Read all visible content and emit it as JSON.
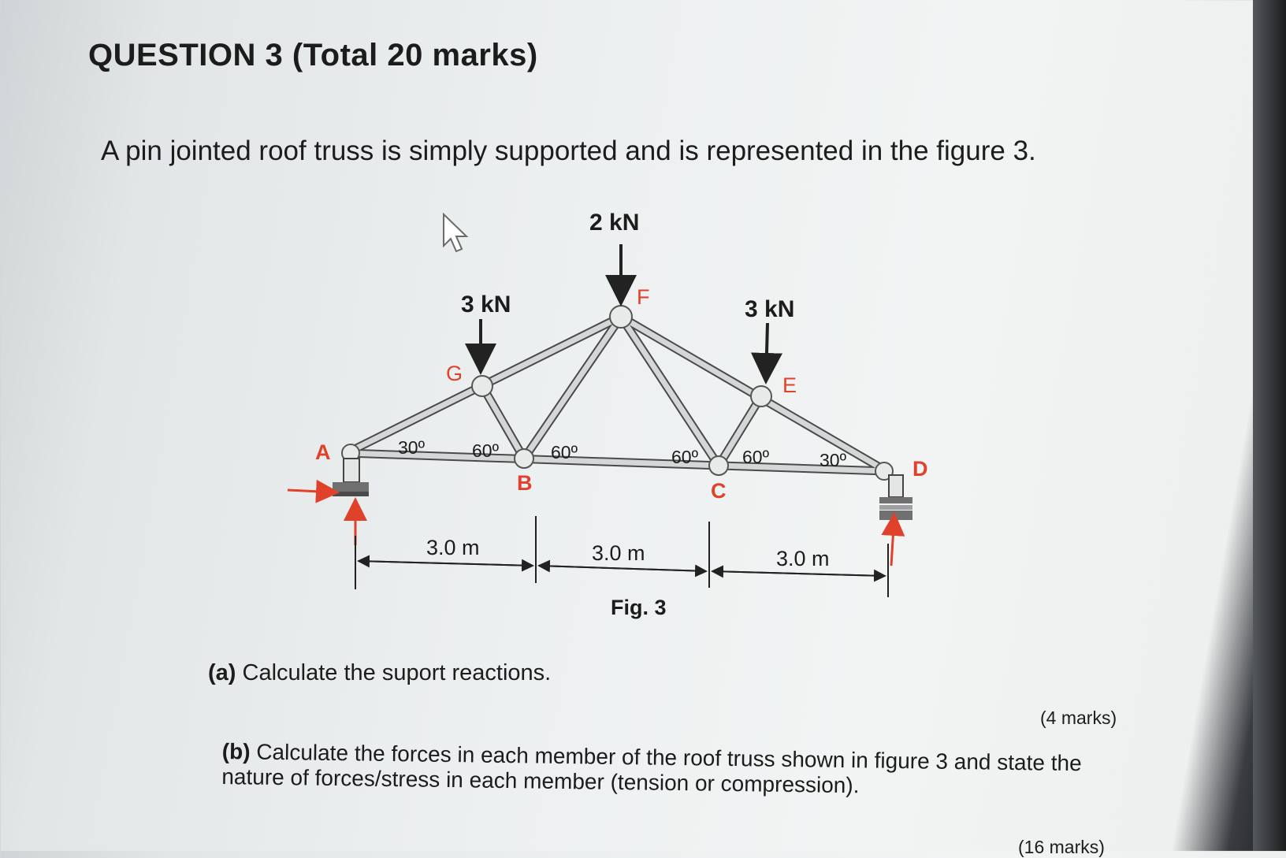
{
  "question": {
    "title": "QUESTION  3 (Total 20 marks)"
  },
  "intro": "A pin jointed roof truss is simply supported and is represented in the figure 3.",
  "figure": {
    "loads": {
      "f": "2 kN",
      "g": "3 kN",
      "e": "3 kN"
    },
    "nodes": {
      "a": "A",
      "b": "B",
      "c": "C",
      "d": "D",
      "e": "E",
      "f": "F",
      "g": "G"
    },
    "angles": {
      "a": "30º",
      "b_left": "60º",
      "b_right": "60º",
      "c_left": "60º",
      "c_right": "60º",
      "d": "30º"
    },
    "dimensions": {
      "ab": "3.0 m",
      "bc": "3.0 m",
      "cd": "3.0 m"
    },
    "caption": "Fig. 3"
  },
  "part_a": {
    "label": "(a)",
    "text": " Calculate the suport reactions.",
    "marks": "(4 marks)"
  },
  "part_b": {
    "label": "(b)",
    "text": " Calculate the forces in each member of the roof truss shown in figure 3 and state the nature of forces/stress in each member (tension or compression).",
    "marks": "(16 marks)"
  },
  "colors": {
    "member": "#d4d7d8",
    "member_edge": "#4a4a4a",
    "reaction": "#e0412b",
    "node_label": "#e0412b",
    "support": "#707070"
  }
}
